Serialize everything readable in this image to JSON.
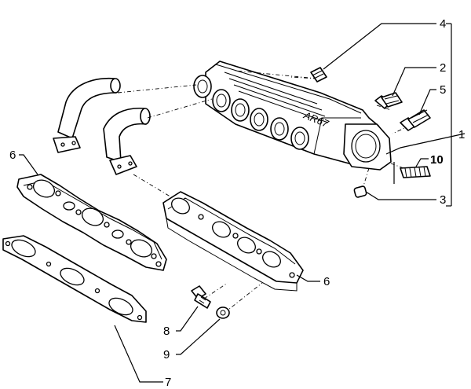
{
  "callouts": [
    {
      "id": "1",
      "text": "1"
    },
    {
      "id": "2",
      "text": "2"
    },
    {
      "id": "3",
      "text": "3"
    },
    {
      "id": "4",
      "text": "4"
    },
    {
      "id": "5",
      "text": "5"
    },
    {
      "id": "6a",
      "text": "6"
    },
    {
      "id": "6b",
      "text": "6"
    },
    {
      "id": "7",
      "text": "7"
    },
    {
      "id": "8",
      "text": "8"
    },
    {
      "id": "9",
      "text": "9"
    },
    {
      "id": "10",
      "text": "10"
    }
  ],
  "manifold_marking": "AR67",
  "colors": {
    "ink": "#000000",
    "paper": "#ffffff"
  }
}
